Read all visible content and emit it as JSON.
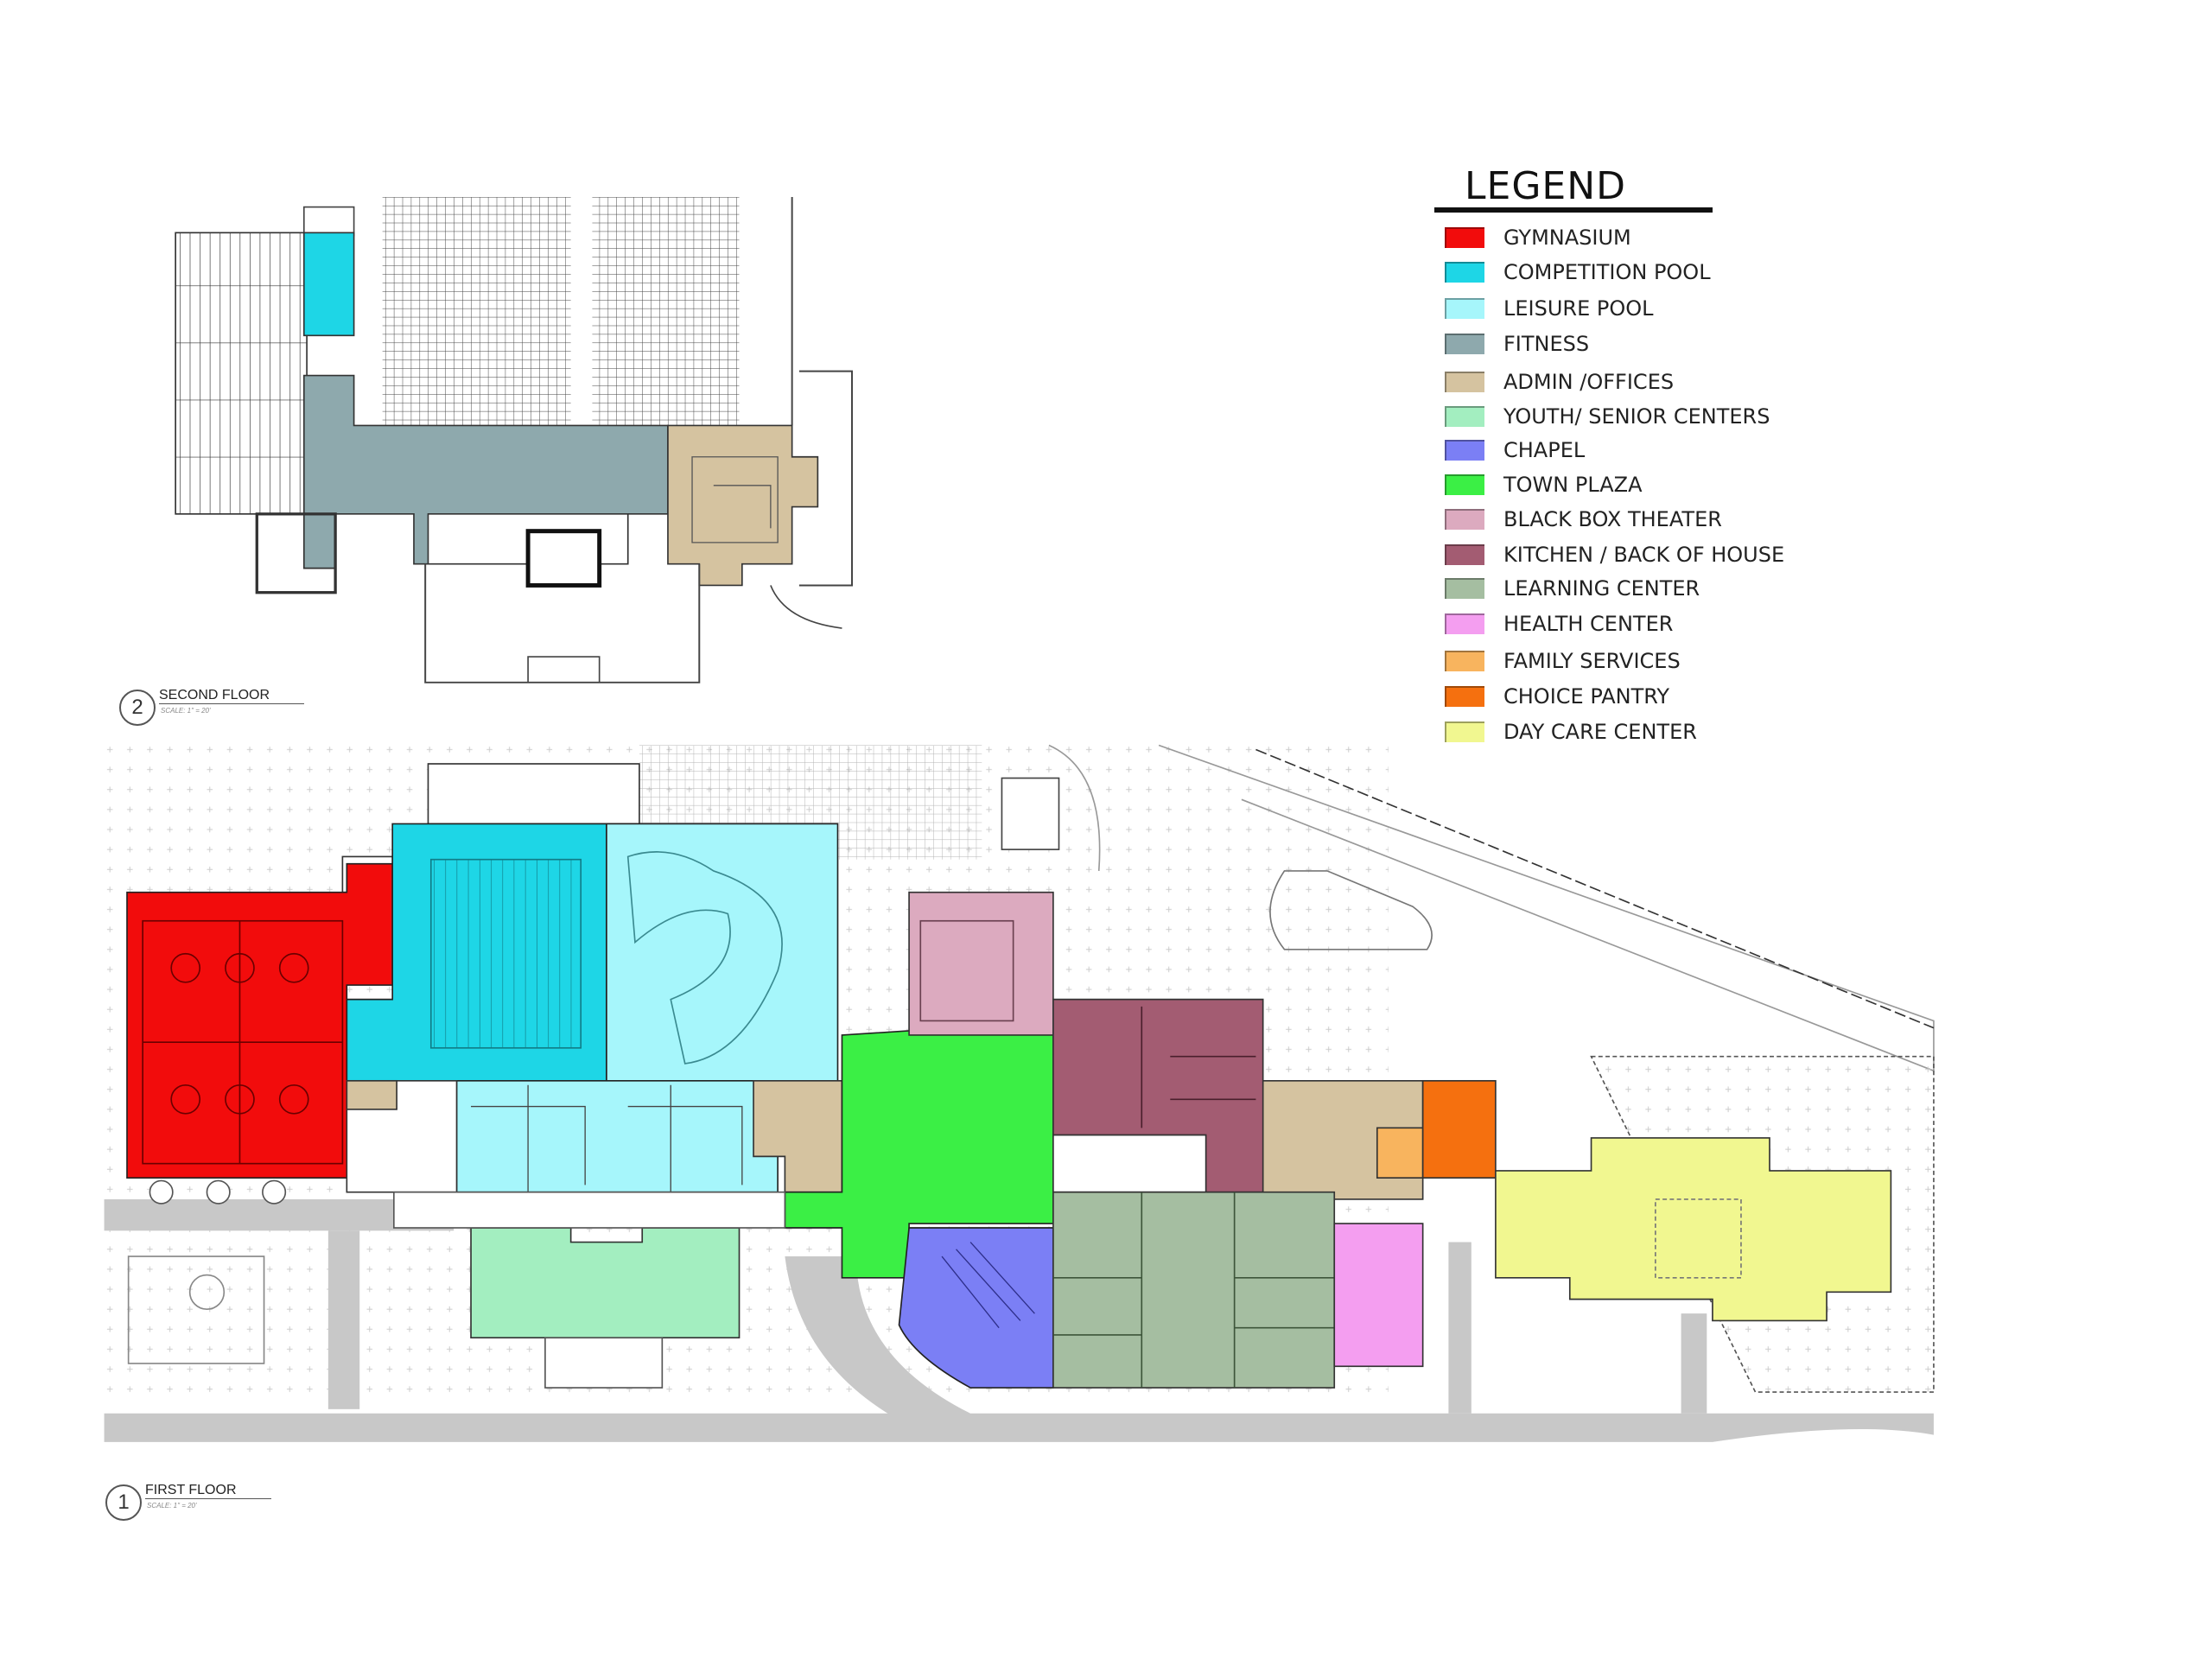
{
  "legend": {
    "title": "LEGEND",
    "items": [
      {
        "label": "GYMNASIUM",
        "color": "#f20c0c"
      },
      {
        "label": "COMPETITION POOL",
        "color": "#1ed6e6"
      },
      {
        "label": "LEISURE POOL",
        "color": "#a6f6fb"
      },
      {
        "label": "FITNESS",
        "color": "#8ea9ad"
      },
      {
        "label": "ADMIN /OFFICES",
        "color": "#d5c3a0"
      },
      {
        "label": "YOUTH/ SENIOR CENTERS",
        "color": "#a3eec0"
      },
      {
        "label": "CHAPEL",
        "color": "#7b7ff5"
      },
      {
        "label": "TOWN  PLAZA",
        "color": "#3bef45"
      },
      {
        "label": "BLACK BOX THEATER",
        "color": "#dcaabf"
      },
      {
        "label": "KITCHEN / BACK OF HOUSE",
        "color": "#a35c72"
      },
      {
        "label": "LEARNING CENTER",
        "color": "#a5bea1"
      },
      {
        "label": "HEALTH CENTER",
        "color": "#f49ef0"
      },
      {
        "label": "FAMILY  SERVICES",
        "color": "#f8b45e"
      },
      {
        "label": "CHOICE PANTRY",
        "color": "#f5700f"
      },
      {
        "label": "DAY CARE CENTER",
        "color": "#f1f790"
      }
    ]
  },
  "floors": {
    "second": {
      "number": "2",
      "title": "SECOND FLOOR",
      "scale": "SCALE: 1\" = 20'"
    },
    "first": {
      "number": "1",
      "title": "FIRST FLOOR",
      "scale": "SCALE: 1\" = 20'"
    }
  }
}
